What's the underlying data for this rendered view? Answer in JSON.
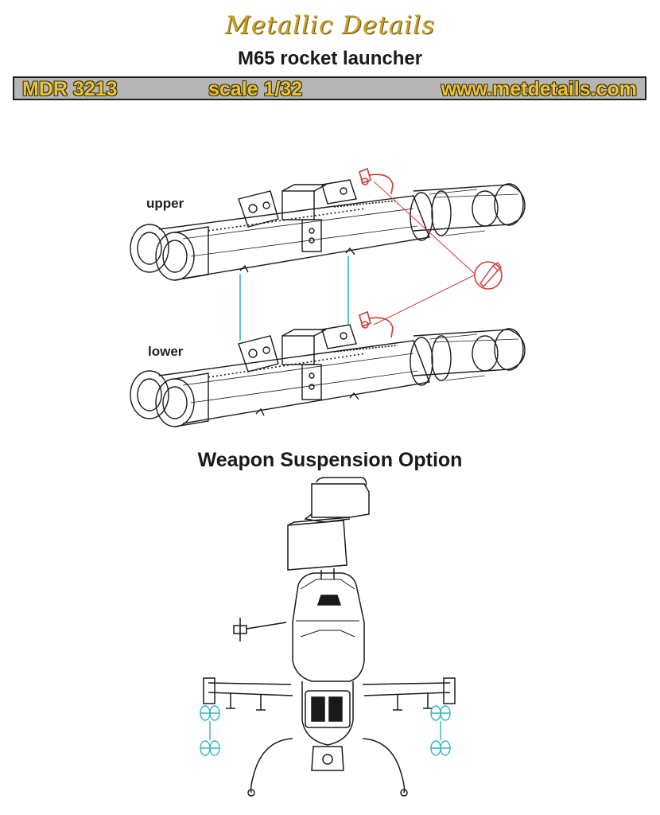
{
  "header": {
    "brand": "Metallic Details",
    "product_name": "M65 rocket launcher"
  },
  "info_bar": {
    "code": "MDR 3213",
    "scale": "scale 1/32",
    "website": "www.metdetails.com"
  },
  "launcher_diagram": {
    "upper_label": "upper",
    "lower_label": "lower"
  },
  "suspension_section": {
    "heading": "Weapon Suspension Option"
  },
  "colors": {
    "brand_gold": "#c9a227",
    "bar_gray": "#b5b5b5",
    "bar_text_yellow": "#e8c23a",
    "detail_red": "#d23a3a",
    "connector_cyan": "#33b3c9",
    "line_art": "#1a1a1a"
  },
  "icons": [
    "pen-nib-icon"
  ]
}
